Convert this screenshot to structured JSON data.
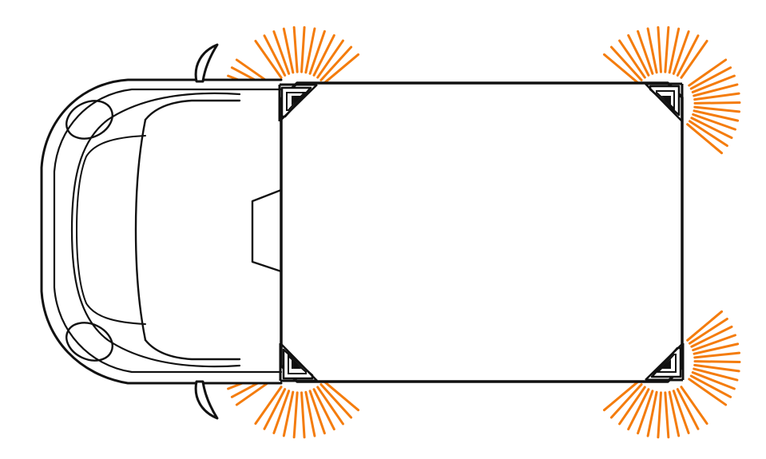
{
  "diagram": {
    "subject": "truck-top-view",
    "lights": [
      {
        "id": "front-left",
        "color": "#f47c0d"
      },
      {
        "id": "front-right",
        "color": "#f47c0d"
      },
      {
        "id": "rear-left",
        "color": "#f47c0d"
      },
      {
        "id": "rear-right",
        "color": "#f47c0d"
      }
    ],
    "colors": {
      "outline": "#111111",
      "body_fill": "#ffffff",
      "beam": "#f47c0d",
      "beam_highlight": "#ffb25a"
    }
  }
}
